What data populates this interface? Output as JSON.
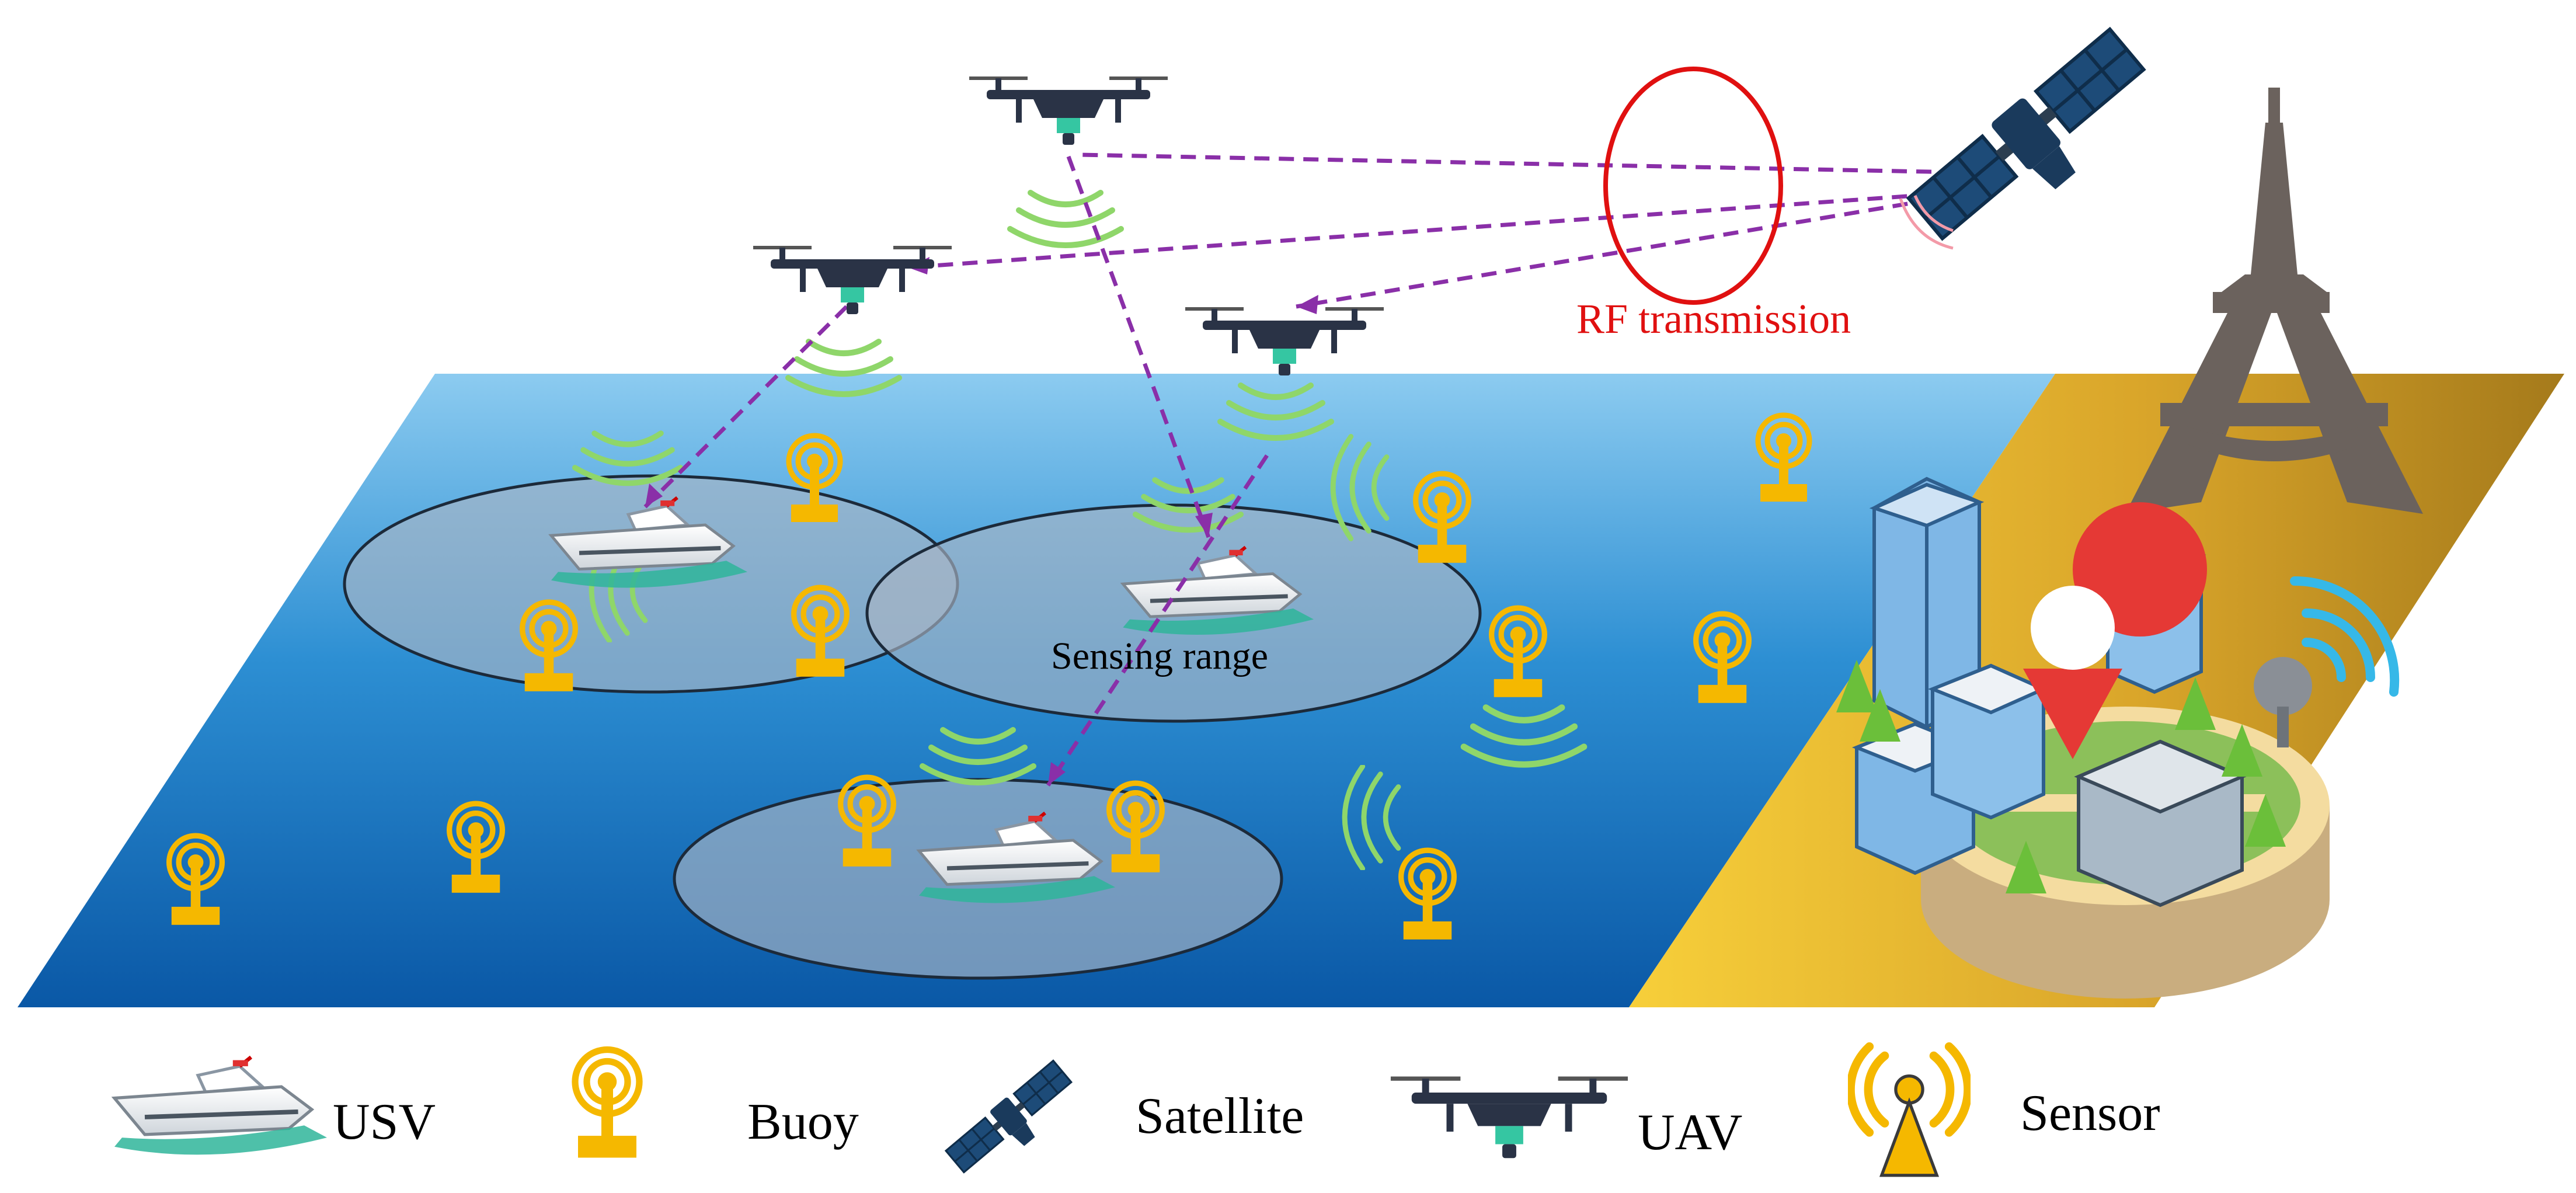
{
  "labels": {
    "rf_transmission": "RF transmission",
    "sensing_range": "Sensing range"
  },
  "legend": {
    "usv": "USV",
    "buoy": "Buoy",
    "satellite": "Satellite",
    "uav": "UAV",
    "sensor": "Sensor"
  },
  "icons": {
    "usv": "usv-boat-icon",
    "buoy": "buoy-icon",
    "satellite": "satellite-icon",
    "uav": "uav-drone-icon",
    "sensor": "sensor-icon",
    "tower": "eiffel-tower-icon",
    "city": "smart-city-icon",
    "location": "location-pin-icon"
  },
  "colors": {
    "ocean_light": "#7fc0ea",
    "ocean_dark": "#0a5aa8",
    "land_gold": "#f2c233",
    "link": "#8a2fa8",
    "rf_circle": "#e01010",
    "buoy": "#f5b800",
    "wave": "#8fd66a"
  }
}
